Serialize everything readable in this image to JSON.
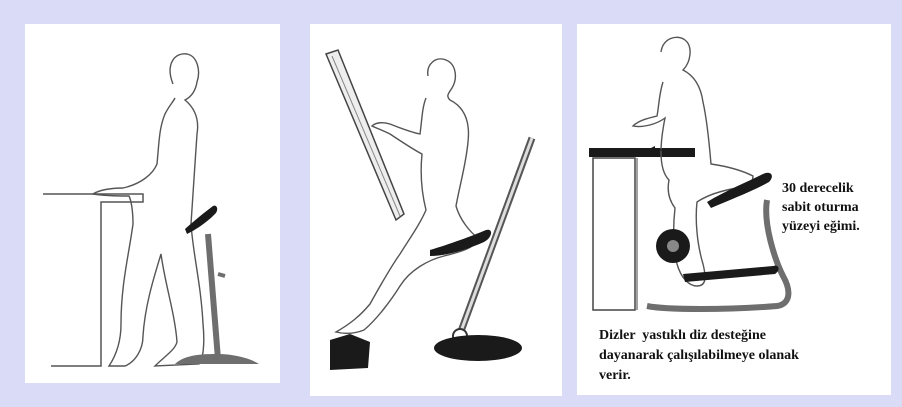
{
  "figure": {
    "panels": [
      {
        "id": "standing-lean-stool"
      },
      {
        "id": "drafting-saddle-stool"
      },
      {
        "id": "kneeling-chair"
      }
    ],
    "angle_note": "30 derecelik\nsabit oturma\nyüzeyi eğimi.",
    "knee_note": "Dizler  yastıklı diz desteğine\ndayanarak çalışılabilmeye olanak\nverir."
  },
  "colors": {
    "background": "#d9dbf7",
    "panel": "#ffffff",
    "seat": "#1a1a1a",
    "stand": "#6e6e6e"
  }
}
